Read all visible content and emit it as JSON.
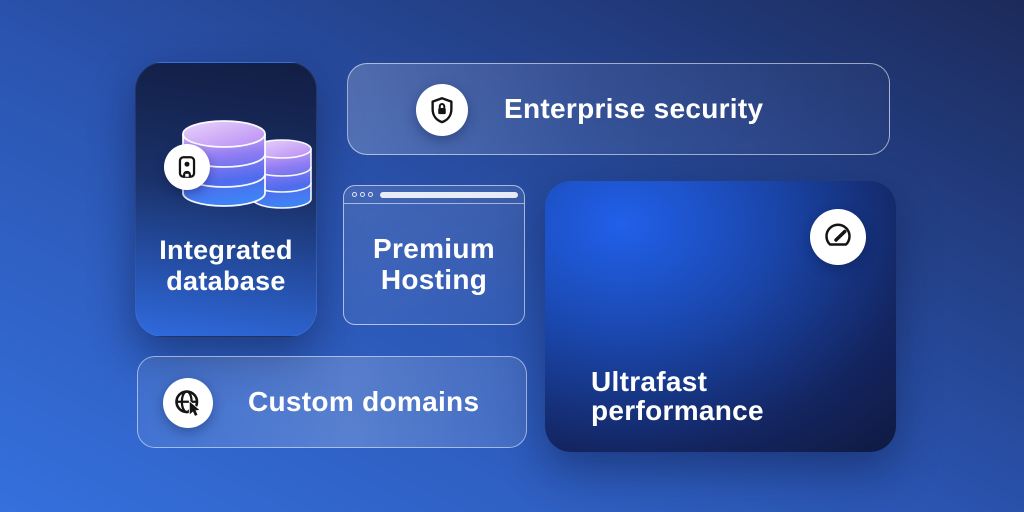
{
  "cards": {
    "integrated_database": {
      "line1": "Integrated",
      "line2": "database"
    },
    "enterprise_security": {
      "label": "Enterprise security"
    },
    "premium_hosting": {
      "line1": "Premium",
      "line2": "Hosting"
    },
    "ultrafast_performance": {
      "line1": "Ultrafast",
      "line2": "performance"
    },
    "custom_domains": {
      "label": "Custom domains"
    }
  },
  "icons": {
    "integrated_database": "database-cylinders-icon",
    "integrated_database_badge": "contact-badge-icon",
    "enterprise_security": "shield-lock-icon",
    "premium_hosting": "browser-window-chrome",
    "ultrafast_performance": "speedometer-icon",
    "custom_domains": "globe-cursor-icon"
  },
  "colors": {
    "background_gradient_from": "#3570dd",
    "background_gradient_mid": "#2a53ae",
    "background_gradient_to": "#1c2a5a",
    "dark_card_top": "#121d42",
    "dark_card_bottom": "#2f6ade",
    "ultra_glow": "#2160ea",
    "ultra_dark": "#0d1432",
    "card_border": "rgba(255,255,255,0.55)",
    "text": "#ffffff",
    "icon_circle": "#ffffff",
    "icon_glyph": "#141414",
    "db_gradient_top": "#d9aef8",
    "db_gradient_mid": "#8e7cf2",
    "db_gradient_bottom": "#3f82f4"
  }
}
